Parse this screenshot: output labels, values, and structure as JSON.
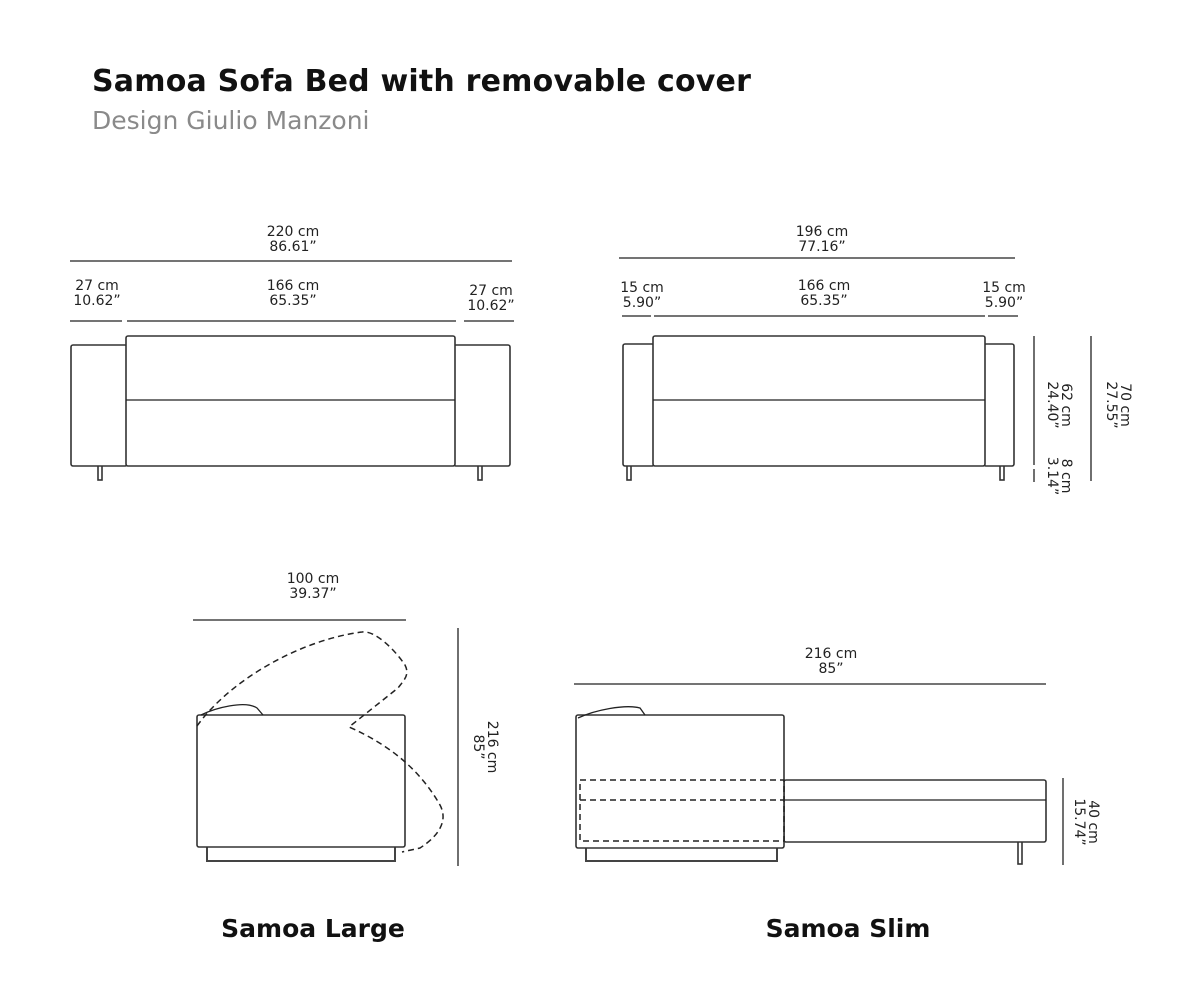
{
  "header": {
    "title": "Samoa Sofa Bed with removable cover",
    "subtitle": "Design Giulio Manzoni"
  },
  "large_front": {
    "overall": {
      "cm": "220 cm",
      "in": "86.61”"
    },
    "left_arm": {
      "cm": "27 cm",
      "in": "10.62”"
    },
    "seat": {
      "cm": "166 cm",
      "in": "65.35”"
    },
    "right_arm": {
      "cm": "27 cm",
      "in": "10.62”"
    }
  },
  "slim_front": {
    "overall": {
      "cm": "196 cm",
      "in": "77.16”"
    },
    "left_arm": {
      "cm": "15 cm",
      "in": "5.90”"
    },
    "seat": {
      "cm": "166 cm",
      "in": "65.35”"
    },
    "right_arm": {
      "cm": "15 cm",
      "in": "5.90”"
    },
    "body_height": {
      "cm": "62 cm",
      "in": "24.40”"
    },
    "leg_height": {
      "cm": "8 cm",
      "in": "3.14”"
    },
    "total_height": {
      "cm": "70 cm",
      "in": "27.55”"
    }
  },
  "large_side": {
    "depth": {
      "cm": "100 cm",
      "in": "39.37”"
    },
    "open_length": {
      "cm": "216 cm",
      "in": "85”"
    },
    "caption": "Samoa Large"
  },
  "slim_side": {
    "open_length": {
      "cm": "216 cm",
      "in": "85”"
    },
    "bed_height": {
      "cm": "40 cm",
      "in": "15.74”"
    },
    "caption": "Samoa Slim"
  }
}
